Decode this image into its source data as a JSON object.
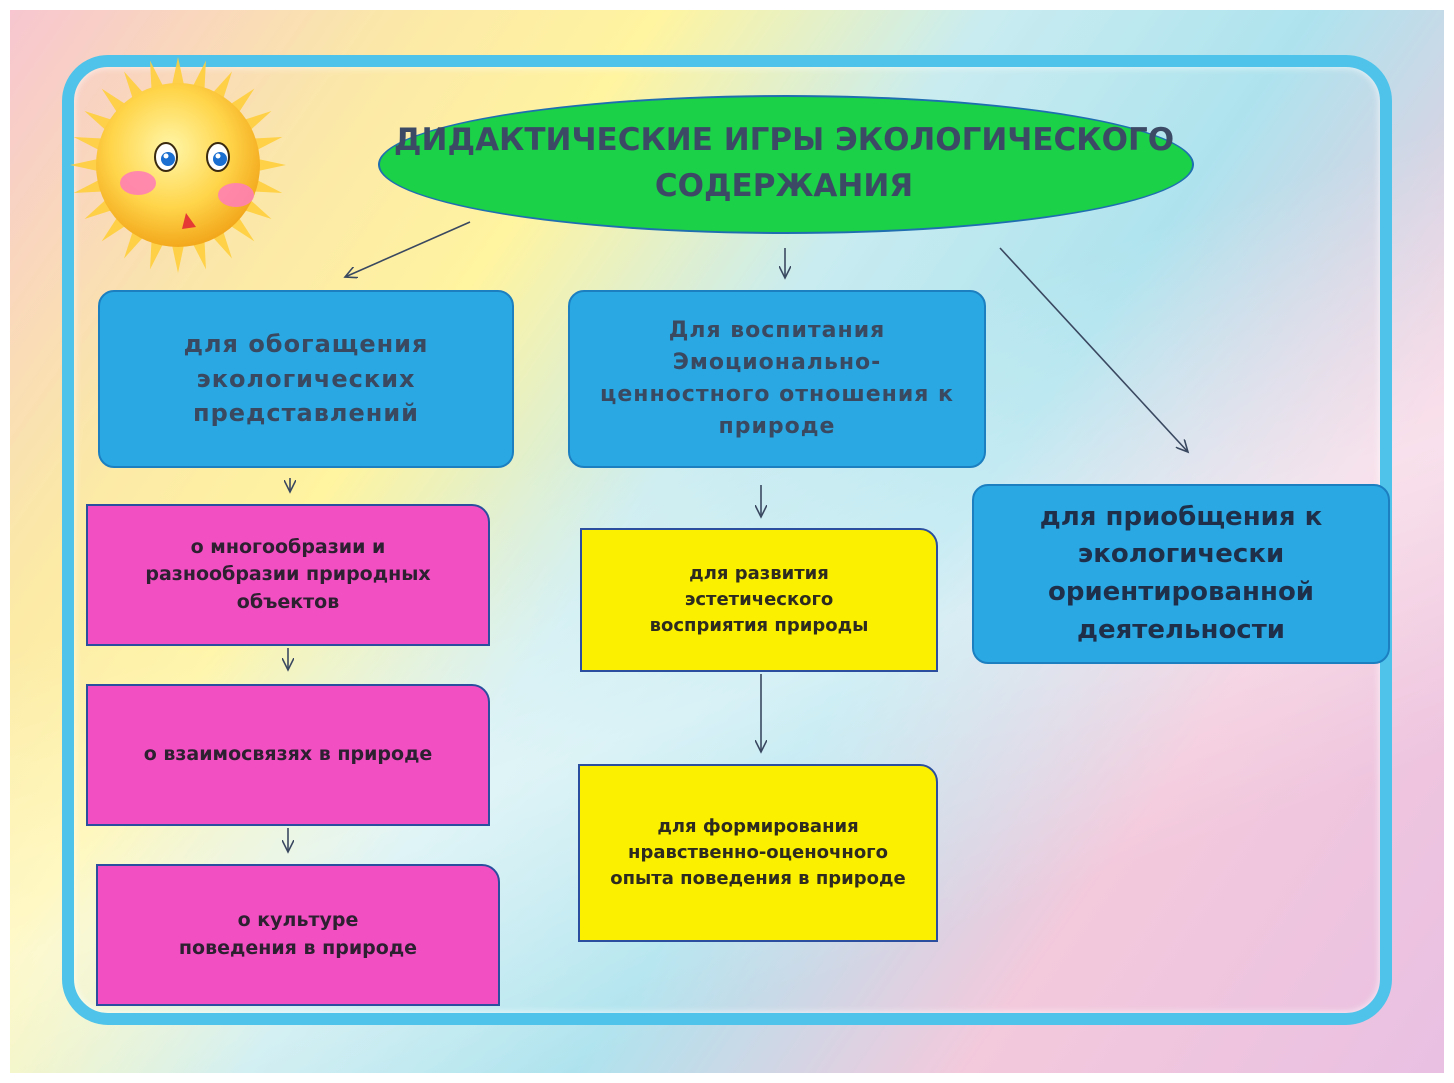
{
  "title": "ДИДАКТИЧЕСКИЕ ИГРЫ ЭКОЛОГИЧЕСКОГО СОДЕРЖАНИЯ",
  "branches": [
    {
      "label": "для обогащения экологических представлений"
    },
    {
      "label": "Для воспитания Эмоционально-ценностного отношения к природе"
    },
    {
      "label": "для приобщения к экологически ориентированной деятельности"
    }
  ],
  "left_items": [
    "о многообразии и разнообразии природных объектов",
    "о взаимосвязях в природе",
    "о культуре поведения в природе"
  ],
  "middle_items": [
    "для развития эстетического восприятия природы",
    "для формирования нравственно-оценочного опыта поведения в природе"
  ],
  "colors": {
    "title_fill": "#1bd147",
    "branch_fill": "#29a8e4",
    "left_fill": "#f24fc2",
    "middle_fill": "#fbf000",
    "frame": "#4fc3ea"
  },
  "icons": [
    "sun-icon"
  ]
}
